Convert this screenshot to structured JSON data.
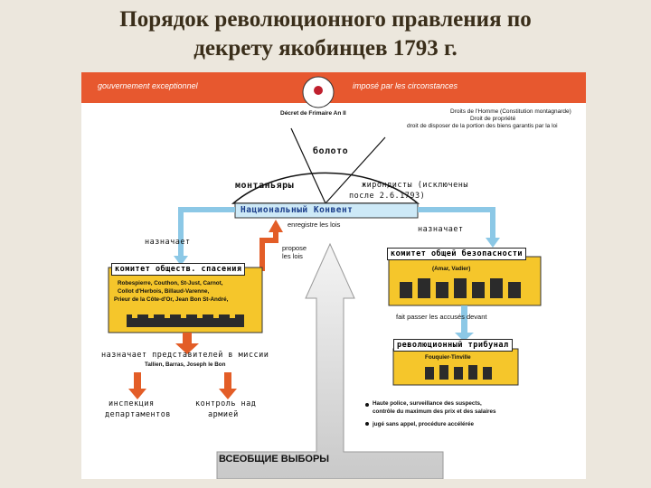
{
  "title_line1": "Порядок революционного правления по",
  "title_line2": "декрету якобинцев 1793 г.",
  "top_left": "gouvernement exceptionnel",
  "top_right": "imposé par les circonstances",
  "decree": "Décret de Frimaire An II",
  "rights_line1": "Droits de l'Homme (Constitution montagnarde)",
  "rights_line2": "Droit de propriété",
  "rights_line3": "droit de disposer de la portion des biens garantis par la loi",
  "boloto": "болото",
  "montagnards": "монтаньяры",
  "girondins_line1": "жирондисты (исключены",
  "girondins_line2": "после 2.6.1793)",
  "convention": "Национальный Конвент",
  "enregistre": "enregistre les lois",
  "propose_line1": "propose",
  "propose_line2": "les lois",
  "appoints_left": "назначает",
  "appoints_right": "назначает",
  "cps_label": "комитет обществ. спасения",
  "cps_members_1": "Robespierre, Couthon, St-Just, Carnot,",
  "cps_members_2": "Collot d'Herbois, Billaud-Varenne,",
  "cps_members_3": "Prieur de la Côte-d'Or, Jean Bon St-André,",
  "csg_label": "комитет общей безопасности",
  "csg_members": "(Amar, Vadier)",
  "fait_passer": "fait passer les accusés devant",
  "tribunal_label": "революционный трибунал",
  "tribunal_member": "Fouquier-Tinville",
  "reps_label": "назначает представителей в миссии",
  "reps_names": "Tallien, Barras, Joseph le Bon",
  "inspection_line1": "инспекция",
  "inspection_line2": "департаментов",
  "control_line1": "контроль над",
  "control_line2": "армией",
  "note1_line1": "Haute police, surveillance des suspects,",
  "note1_line2": "contrôle du maximum des prix et des salaires",
  "note2": "jugé sans appel, procédure accélérée",
  "elections": "ВСЕОБЩИЕ ВЫБОРЫ"
}
